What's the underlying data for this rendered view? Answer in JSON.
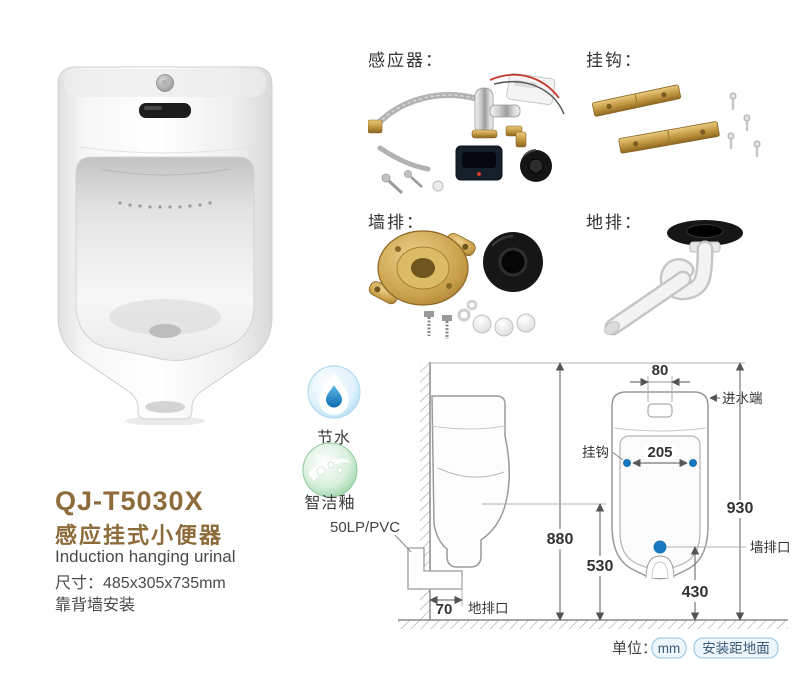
{
  "product": {
    "model": "QJ-T5030X",
    "title_cn": "感应挂式小便器",
    "title_en": "Induction hanging urinal",
    "size": "尺寸：485x305x735mm",
    "install": "靠背墙安装"
  },
  "badges": {
    "water_saving": "节水",
    "clean_glaze": "智洁釉"
  },
  "parts": {
    "sensor": "感应器：",
    "hook": "挂钩：",
    "wall_drain": "墙排：",
    "floor_drain": "地排："
  },
  "diagram": {
    "pipe": "50LP/PVC",
    "dim_880": "880",
    "dim_530": "530",
    "dim_70": "70",
    "dim_80": "80",
    "dim_205": "205",
    "dim_930": "930",
    "dim_430": "430",
    "label_floor_outlet": "地排口",
    "label_inlet": "进水端",
    "label_hook": "挂钩",
    "label_wall_outlet": "墙排口",
    "unit_prefix": "单位：",
    "unit": "mm",
    "note": "安装距地面"
  },
  "colors": {
    "accent_blue": "#1878be",
    "brand_brown": "#8d6b3a"
  }
}
